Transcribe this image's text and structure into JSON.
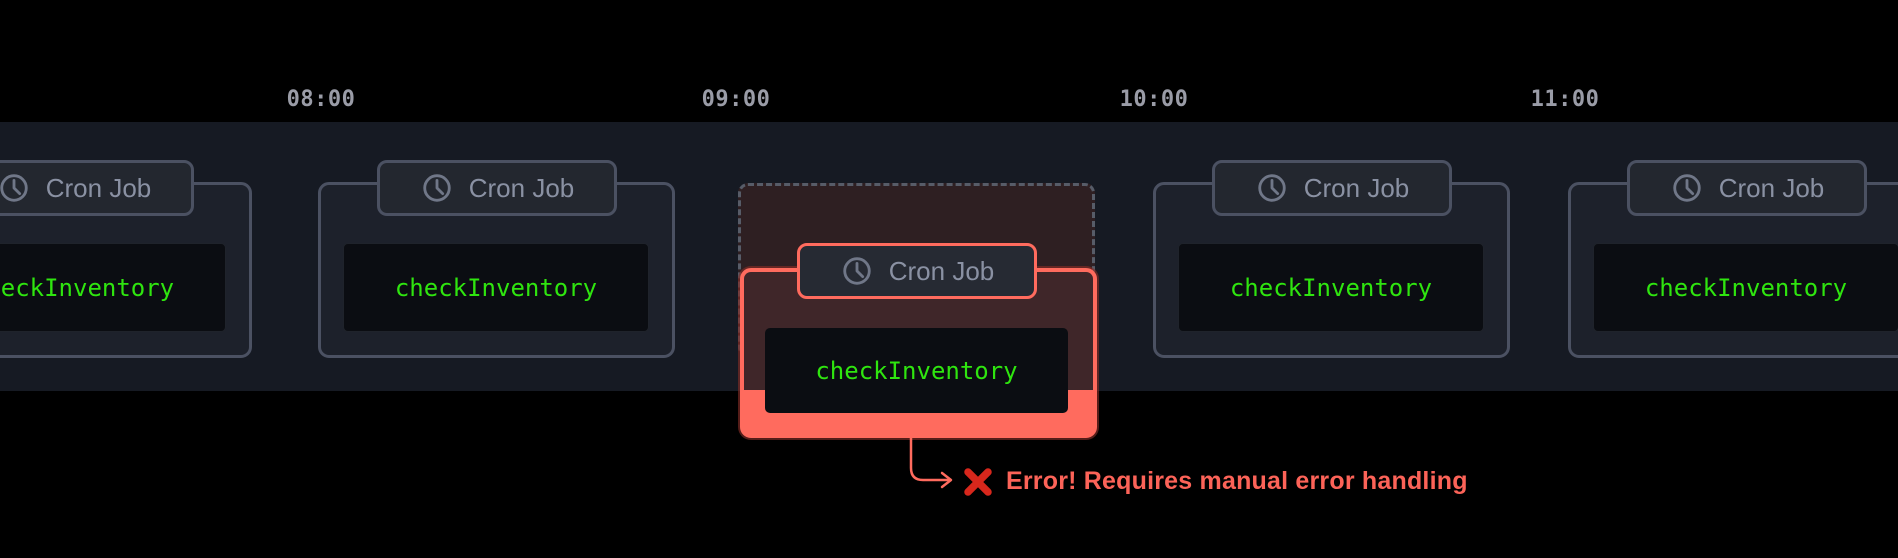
{
  "timeline": {
    "ticks": [
      "08:00",
      "09:00",
      "10:00",
      "11:00"
    ]
  },
  "cards": [
    {
      "badge_label": "Cron Job",
      "code": "checkInventory",
      "status": "success"
    },
    {
      "badge_label": "Cron Job",
      "code": "checkInventory",
      "status": "success"
    },
    {
      "badge_label": "Cron Job",
      "code": "checkInventory",
      "status": "error"
    },
    {
      "badge_label": "Cron Job",
      "code": "checkInventory",
      "status": "success"
    },
    {
      "badge_label": "Cron Job",
      "code": "checkInventory",
      "status": "success"
    }
  ],
  "error": {
    "icon": "cross-mark",
    "message": "Error! Requires manual error handling"
  },
  "colors": {
    "background": "#000000",
    "band": "#161a23",
    "card_border": "#4b5162",
    "card_background": "#1d212b",
    "badge_text": "#8a91a3",
    "code_green": "#2fe50f",
    "code_background": "#0b0d12",
    "tick_text": "#9a9ca7",
    "error_accent": "#ff6b5e",
    "error_text": "#fc6358",
    "cross_red": "#d7271c"
  }
}
